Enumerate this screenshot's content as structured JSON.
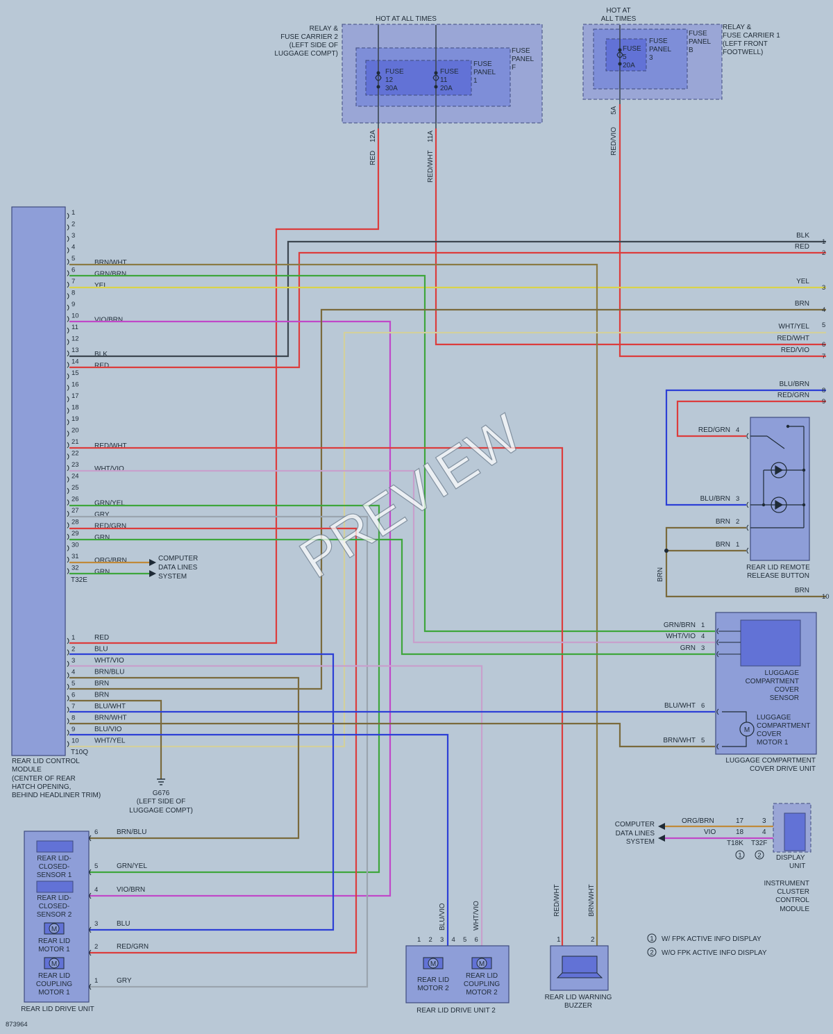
{
  "hot_label_left": "HOT AT ALL TIMES",
  "hot_label_right": [
    "HOT AT",
    "ALL TIMES"
  ],
  "relay2": [
    "RELAY &",
    "FUSE CARRIER 2",
    "(LEFT SIDE OF",
    "LUGGAGE COMPT)"
  ],
  "relay1": [
    "RELAY &",
    "FUSE CARRIER 1",
    "(LEFT FRONT",
    "FOOTWELL)"
  ],
  "fuse_panel_f": [
    "FUSE",
    "PANEL",
    "F"
  ],
  "fuse_panel_1": [
    "FUSE",
    "PANEL",
    "1"
  ],
  "fuse_panel_b": [
    "FUSE",
    "PANEL",
    "B"
  ],
  "fuse_panel_3": [
    "FUSE",
    "PANEL",
    "3"
  ],
  "fuse12": [
    "FUSE",
    "12",
    "30A"
  ],
  "fuse11": [
    "FUSE",
    "11",
    "20A"
  ],
  "fuse5": [
    "FUSE",
    "5",
    "20A"
  ],
  "wire_red_12a": "RED",
  "pin_12a": "12A",
  "wire_redwht_11a": "RED/WHT",
  "pin_11a": "11A",
  "wire_redvio_5a": "RED/VIO",
  "pin_5a": "5A",
  "module_label": [
    "REAR LID CONTROL",
    "MODULE",
    "(CENTER OF REAR",
    "HATCH OPENING,",
    "BEHIND HEADLINER TRIM)"
  ],
  "t32e_pins": [
    "1",
    "2",
    "3",
    "4",
    "5",
    "6",
    "7",
    "8",
    "9",
    "10",
    "11",
    "12",
    "13",
    "14",
    "15",
    "16",
    "17",
    "18",
    "19",
    "20",
    "21",
    "22",
    "23",
    "24",
    "25",
    "26",
    "27",
    "28",
    "29",
    "30",
    "31",
    "32"
  ],
  "t32e_wires": {
    "5": "BRN/WHT",
    "6": "GRN/BRN",
    "7": "YEL",
    "10": "VIO/BRN",
    "13": "BLK",
    "14": "RED",
    "21": "RED/WHT",
    "23": "WHT/VIO",
    "26": "GRN/YEL",
    "27": "GRY",
    "28": "RED/GRN",
    "29": "GRN",
    "31": "ORG/BRN",
    "32": "GRN"
  },
  "connector_t32e": "T32E",
  "t10q_pins": [
    "1",
    "2",
    "3",
    "4",
    "5",
    "6",
    "7",
    "8",
    "9",
    "10"
  ],
  "t10q_wires": [
    "RED",
    "BLU",
    "WHT/VIO",
    "BRN/BLU",
    "BRN",
    "BRN",
    "BLU/WHT",
    "BRN/WHT",
    "BLU/VIO",
    "WHT/YEL"
  ],
  "connector_t10q": "T10Q",
  "computer_data_lines": [
    "COMPUTER",
    "DATA LINES",
    "SYSTEM"
  ],
  "g676": [
    "G676",
    "(LEFT SIDE OF",
    "LUGGAGE COMPT)"
  ],
  "right_wires": [
    {
      "label": "BLK",
      "num": "1"
    },
    {
      "label": "RED",
      "num": "2"
    },
    {
      "label": "YEL",
      "num": "3"
    },
    {
      "label": "BRN",
      "num": "4"
    },
    {
      "label": "WHT/YEL",
      "num": "5"
    },
    {
      "label": "RED/WHT",
      "num": "6"
    },
    {
      "label": "RED/VIO",
      "num": "7"
    },
    {
      "label": "BLU/BRN",
      "num": "8"
    },
    {
      "label": "RED/GRN",
      "num": "9"
    },
    {
      "label": "BRN",
      "num": "10"
    }
  ],
  "release_button": {
    "pins": [
      {
        "label": "RED/GRN",
        "num": "4"
      },
      {
        "label": "BLU/BRN",
        "num": "3"
      },
      {
        "label": "BRN",
        "num": "2"
      },
      {
        "label": "BRN",
        "num": "1"
      }
    ],
    "vertical": "BRN",
    "title": [
      "REAR LID REMOTE",
      "RELEASE BUTTON"
    ]
  },
  "cover_unit": {
    "pins": [
      {
        "label": "GRN/BRN",
        "num": "1"
      },
      {
        "label": "WHT/VIO",
        "num": "4"
      },
      {
        "label": "GRN",
        "num": "3"
      },
      {
        "label": "BLU/WHT",
        "num": "6"
      },
      {
        "label": "BRN/WHT",
        "num": "5"
      }
    ],
    "sensor": [
      "LUGGAGE",
      "COMPARTMENT",
      "COVER",
      "SENSOR"
    ],
    "motor": [
      "LUGGAGE",
      "COMPARTMENT",
      "COVER",
      "MOTOR 1"
    ],
    "title": [
      "LUGGAGE COMPARTMENT",
      "COVER DRIVE UNIT"
    ]
  },
  "cluster": {
    "data_lines": [
      "COMPUTER",
      "DATA LINES",
      "SYSTEM"
    ],
    "wires": [
      {
        "label": "ORG/BRN",
        "t18k": "17",
        "t32f": "3"
      },
      {
        "label": "VIO",
        "t18k": "18",
        "t32f": "4"
      }
    ],
    "t18k": "T18K",
    "t32f": "T32F",
    "display": [
      "DISPLAY",
      "UNIT"
    ],
    "title": [
      "INSTRUMENT",
      "CLUSTER",
      "CONTROL",
      "MODULE"
    ]
  },
  "legend": [
    {
      "num": "1",
      "text": "W/ FPK ACTIVE INFO DISPLAY"
    },
    {
      "num": "2",
      "text": "W/O FPK ACTIVE INFO DISPLAY"
    }
  ],
  "drive_unit": {
    "pins": [
      {
        "num": "6",
        "label": "BRN/BLU"
      },
      {
        "num": "5",
        "label": "GRN/YEL"
      },
      {
        "num": "4",
        "label": "VIO/BRN"
      },
      {
        "num": "3",
        "label": "BLU"
      },
      {
        "num": "2",
        "label": "RED/GRN"
      },
      {
        "num": "1",
        "label": "GRY"
      }
    ],
    "components": [
      [
        "REAR LID-",
        "CLOSED-",
        "SENSOR 1"
      ],
      [
        "REAR LID-",
        "CLOSED-",
        "SENSOR 2"
      ],
      [
        "REAR LID",
        "MOTOR 1"
      ],
      [
        "REAR LID",
        "COUPLING",
        "MOTOR 1"
      ]
    ],
    "title": "REAR LID DRIVE UNIT"
  },
  "drive_unit2": {
    "pins": [
      "1",
      "2",
      "3",
      "4",
      "5",
      "6"
    ],
    "wires": [
      "BLU/VIO",
      "WHT/VIO"
    ],
    "components": [
      [
        "REAR LID",
        "MOTOR 2"
      ],
      [
        "REAR LID",
        "COUPLING",
        "MOTOR 2"
      ]
    ],
    "title": "REAR LID DRIVE UNIT 2"
  },
  "buzzer": {
    "pins": [
      "1",
      "2"
    ],
    "wires": [
      "RED/WHT",
      "BRN/WHT"
    ],
    "title": [
      "REAR LID WARNING",
      "BUZZER"
    ]
  },
  "motor_symbol": "M",
  "watermark": "PREVIEW",
  "figure_number": "873964",
  "colors": {
    "background": "#b9c8d6",
    "red": "#dc3c3c",
    "blue": "#2c3fd6",
    "green": "#3ea63c",
    "yellow": "#d9d24a",
    "brown": "#7a6a3c",
    "violet": "#c048c8",
    "grey": "#9aa4ae",
    "black": "#3c4650"
  }
}
